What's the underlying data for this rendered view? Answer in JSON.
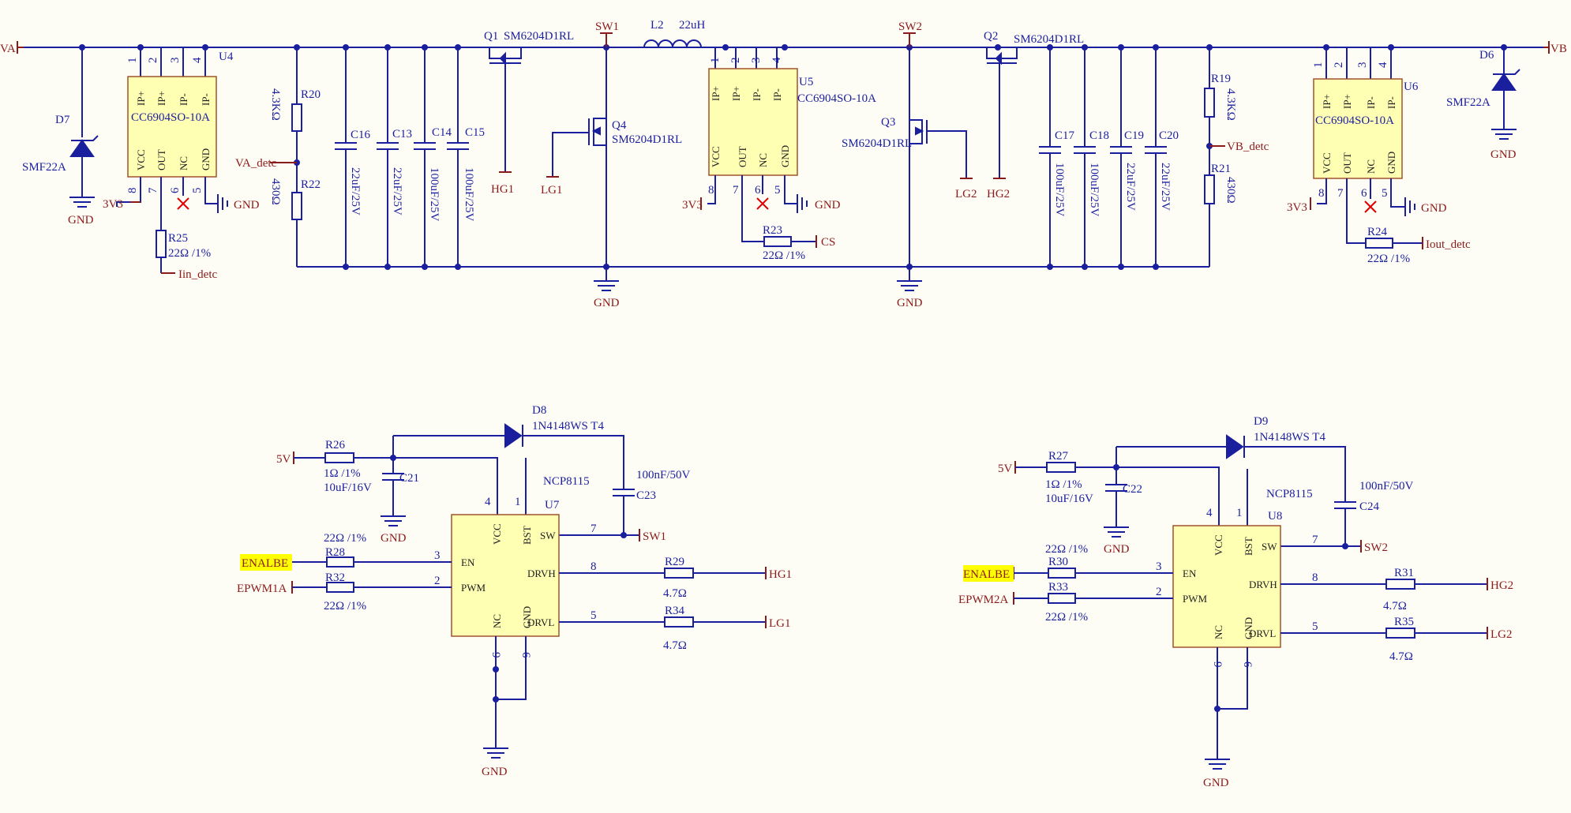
{
  "colors": {
    "wire": "#1A1F9E",
    "net_label": "#8B1A1A",
    "ic_fill": "#FFFFB4",
    "ic_border": "#A0522D",
    "highlight": "#FFFF00",
    "no_connect": "#E00000",
    "background": "#FEFDF5"
  },
  "nets": {
    "va": "VA",
    "vb": "VB",
    "sw1": "SW1",
    "sw2": "SW2",
    "hg1": "HG1",
    "hg2": "HG2",
    "lg1": "LG1",
    "lg2": "LG2",
    "gnd": "GND",
    "v3": "3V3",
    "v5": "5V",
    "cs": "CS",
    "va_detc": "VA_detc",
    "vb_detc": "VB_detc",
    "iin_detc": "Iin_detc",
    "iout_detc": "Iout_detc",
    "enalbe": "ENALBE",
    "epwm1a": "EPWM1A",
    "epwm2a": "EPWM2A"
  },
  "cc6904": {
    "part": "CC6904SO-10A",
    "top_pins": [
      "IP+",
      "IP+",
      "IP-",
      "IP-"
    ],
    "bottom_pins": [
      "VCC",
      "OUT",
      "NC",
      "GND"
    ],
    "pin_numbers": [
      "1",
      "2",
      "3",
      "4",
      "8",
      "7",
      "6",
      "5"
    ]
  },
  "ncp8115": {
    "part": "NCP8115",
    "pins": {
      "vcc": "VCC",
      "bst": "BST",
      "sw": "SW",
      "en": "EN",
      "pwm": "PWM",
      "drvh": "DRVH",
      "drvl": "DRVL",
      "nc": "NC",
      "gnd": "GND"
    },
    "pin_numbers": {
      "vcc": "4",
      "bst": "1",
      "sw": "7",
      "en": "3",
      "pwm": "2",
      "drvh": "8",
      "drvl": "5",
      "nc": "9",
      "gnd": "6"
    }
  },
  "designators": {
    "u4": "U4",
    "u5": "U5",
    "u6": "U6",
    "u7": "U7",
    "u8": "U8",
    "q1": "Q1",
    "q2": "Q2",
    "q3": "Q3",
    "q4": "Q4",
    "d6": "D6",
    "d7": "D7",
    "d8": "D8",
    "d9": "D9",
    "l2": "L2",
    "r19": "R19",
    "r20": "R20",
    "r21": "R21",
    "r22": "R22",
    "r23": "R23",
    "r24": "R24",
    "r25": "R25",
    "r26": "R26",
    "r27": "R27",
    "r28": "R28",
    "r29": "R29",
    "r30": "R30",
    "r31": "R31",
    "r32": "R32",
    "r33": "R33",
    "r34": "R34",
    "r35": "R35",
    "c13": "C13",
    "c14": "C14",
    "c15": "C15",
    "c16": "C16",
    "c17": "C17",
    "c18": "C18",
    "c19": "C19",
    "c20": "C20",
    "c21": "C21",
    "c22": "C22",
    "c23": "C23",
    "c24": "C24"
  },
  "values": {
    "mosfet": "SM6204D1RL",
    "tvs": "SMF22A",
    "diode": "1N4148WS T4",
    "inductor": "22uH",
    "r_4k3": "4.3KΩ",
    "r_430": "430Ω",
    "r_22_1pct": "22Ω /1%",
    "r_1_1pct": "1Ω /1%",
    "r_4_7": "4.7Ω",
    "cap_22u": "22uF/25V",
    "cap_100u": "100uF/25V",
    "cap_10u": "10uF/16V",
    "cap_100n": "100nF/50V"
  }
}
